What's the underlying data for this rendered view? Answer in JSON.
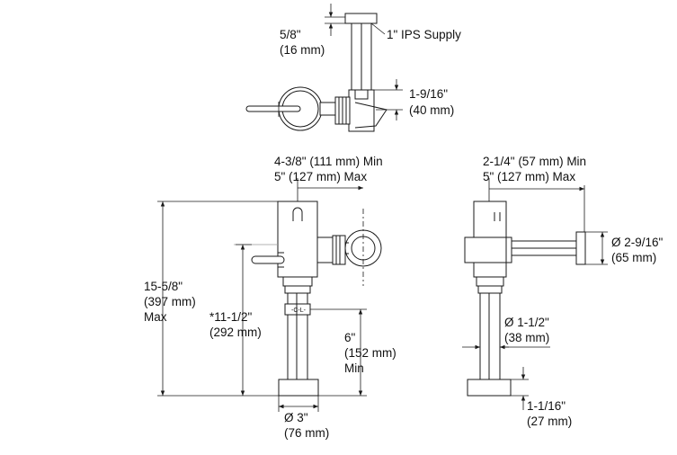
{
  "labels": {
    "top_offset_frac": "5/8\"",
    "top_offset_mm": "(16 mm)",
    "supply": "1\" IPS Supply",
    "top_depth_frac": "1-9/16\"",
    "top_depth_mm": "(40 mm)",
    "front_width_min": "4-3/8\" (111 mm) Min",
    "front_width_max": "5\" (127 mm) Max",
    "height_frac": "15-5/8\"",
    "height_mm": "(397 mm)",
    "height_max": "Max",
    "cl_height_frac": "*11-1/2\"",
    "cl_height_mm": "(292 mm)",
    "cl_marker": "-C-L-",
    "min_height_frac": "6\"",
    "min_height_mm": "(152 mm)",
    "min_height_min": "Min",
    "base_dia_frac": "Ø 3\"",
    "base_dia_mm": "(76 mm)",
    "side_width_min": "2-1/4\" (57 mm) Min",
    "side_width_max": "5\" (127 mm) Max",
    "flange_dia_frac": "Ø 2-9/16\"",
    "flange_dia_mm": "(65 mm)",
    "pipe_dia_frac": "Ø 1-1/2\"",
    "pipe_dia_mm": "(38 mm)",
    "base_height_frac": "1-1/16\"",
    "base_height_mm": "(27 mm)"
  },
  "colors": {
    "line": "#1a1a1a",
    "hidden_line": "#9a9a9a",
    "background": "#ffffff"
  }
}
